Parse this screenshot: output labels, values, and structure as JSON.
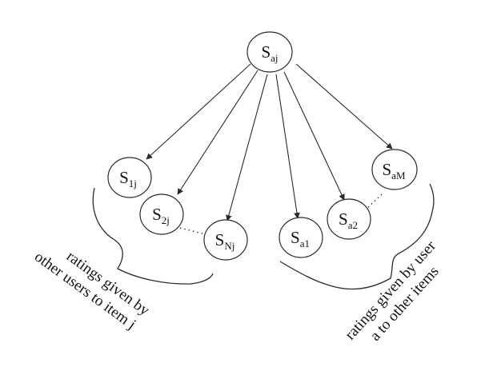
{
  "nodes": {
    "root": {
      "main": "S",
      "sub": "aj"
    },
    "s1j": {
      "main": "S",
      "sub": "1j"
    },
    "s2j": {
      "main": "S",
      "sub": "2j"
    },
    "sNj": {
      "main": "S",
      "sub": "Nj"
    },
    "sa1": {
      "main": "S",
      "sub": "a1"
    },
    "sa2": {
      "main": "S",
      "sub": "a2"
    },
    "saM": {
      "main": "S",
      "sub": "aM"
    }
  },
  "labels": {
    "left_line1": "ratings given by",
    "left_line2": "other users to item j",
    "right_line1": "ratings given by user",
    "right_line2": "a to other items"
  },
  "colors": {
    "stroke": "#2a2a2a",
    "text": "#111111",
    "background": "#ffffff"
  }
}
